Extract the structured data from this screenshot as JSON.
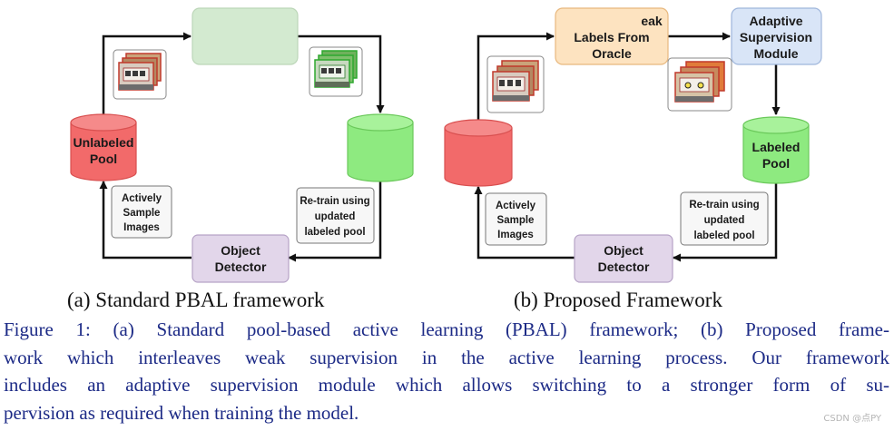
{
  "panel_a": {
    "pool_label": [
      "Unlabeled",
      "Pool"
    ],
    "sample_note": [
      "Actively",
      "Sample",
      "Images"
    ],
    "retrain_note": [
      "Re-train using",
      "updated",
      "labeled pool"
    ],
    "detector_label": [
      "Object",
      "Detector"
    ],
    "caption": "(a) Standard PBAL framework"
  },
  "panel_b": {
    "oracle_label": [
      "eak",
      "Labels From",
      "Oracle"
    ],
    "asm_label": [
      "Adaptive",
      "Supervision",
      "Module"
    ],
    "labeled_pool_label": [
      "Labeled",
      "Pool"
    ],
    "sample_note": [
      "Actively",
      "Sample",
      "Images"
    ],
    "retrain_note": [
      "Re-train using",
      "updated",
      "labeled pool"
    ],
    "detector_label": [
      "Object",
      "Detector"
    ],
    "caption": "(b) Proposed Framework"
  },
  "figure_caption": [
    "Figure 1: (a) Standard pool-based active learning (PBAL) framework; (b) Proposed frame-",
    "work which interleaves weak supervision in the active learning process. Our framework",
    "includes an adaptive supervision module which allows switching to a stronger form of su-",
    "pervision as required when training the model."
  ],
  "watermark": "CSDN @点PY",
  "colors": {
    "unlabeled_pool": "#f26a6a",
    "labeled_pool": "#8eea80",
    "oracle": "#fde3c0",
    "adaptive_module": "#d9e5f7",
    "detector": "#e2d6ea",
    "hidden_box": "#d3ead0",
    "caption_text": "#1c2a86"
  }
}
